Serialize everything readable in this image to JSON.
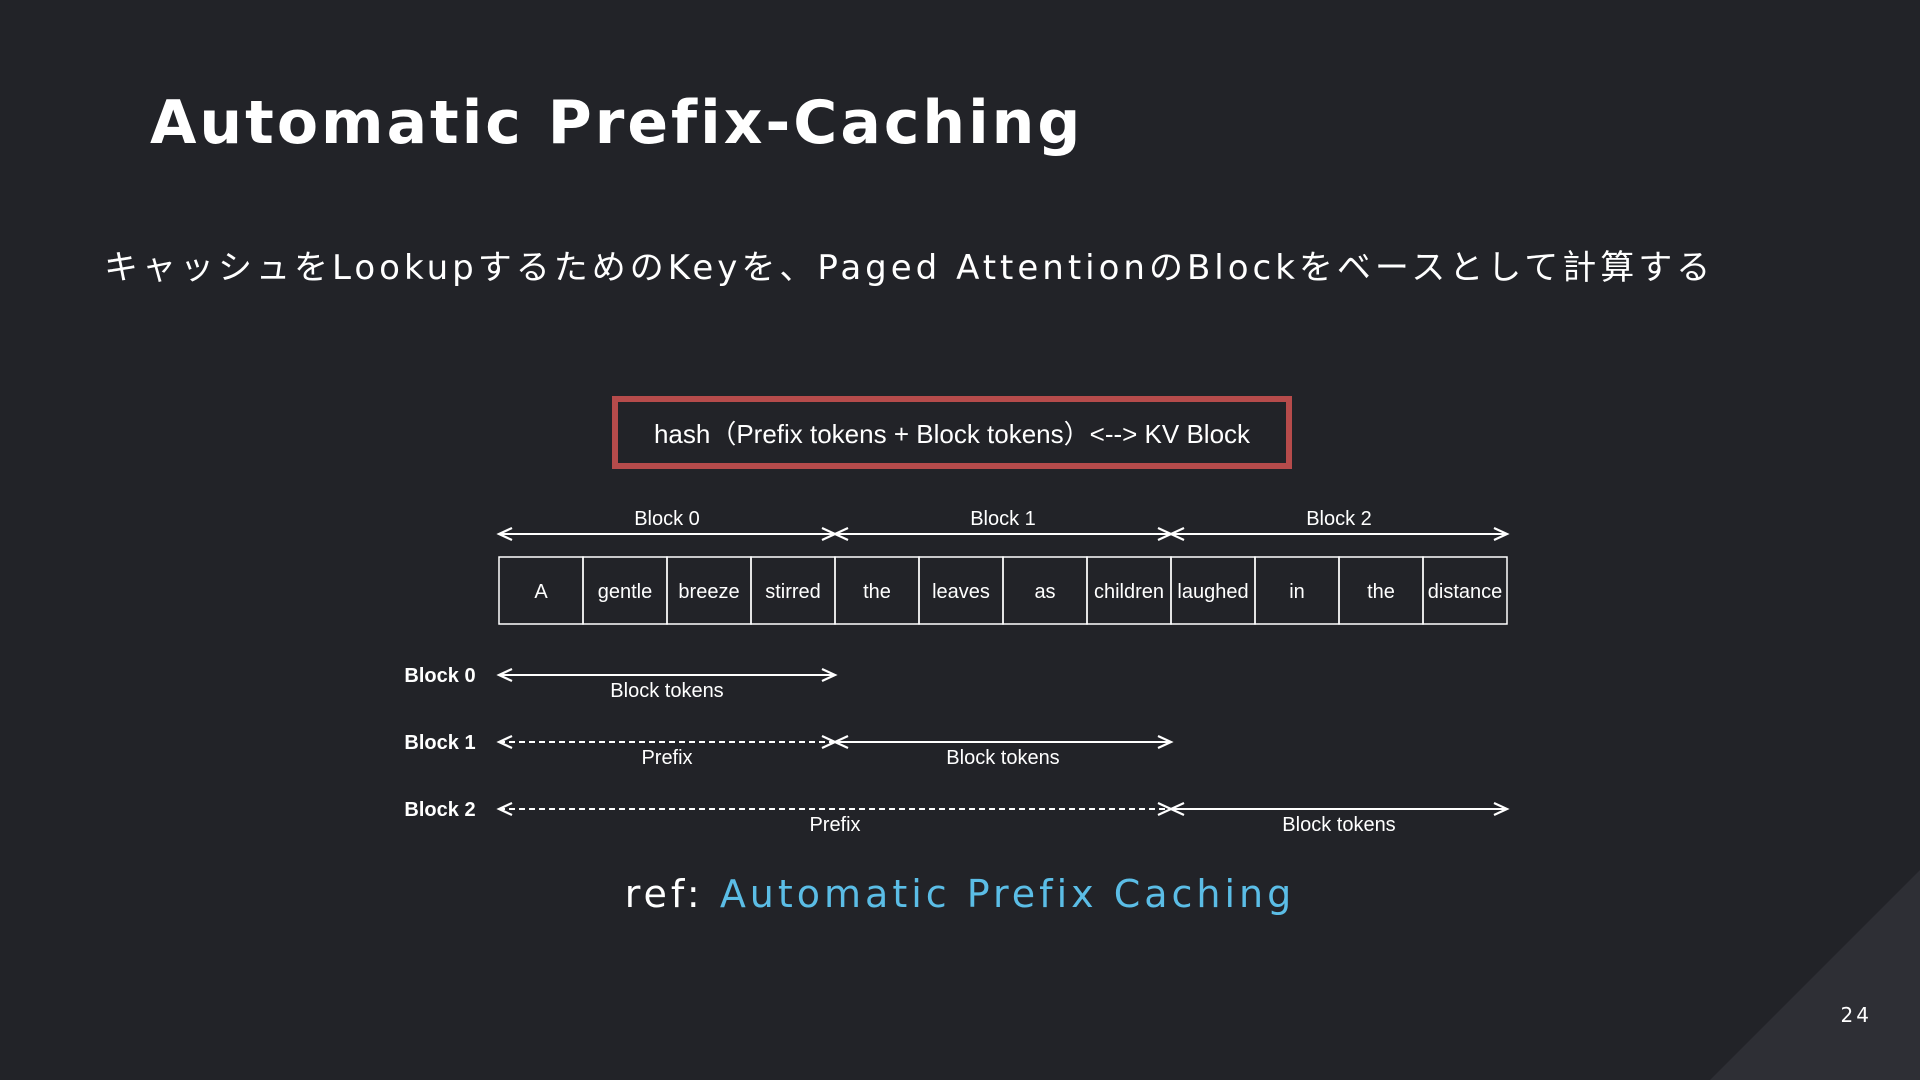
{
  "slide": {
    "title": "Automatic Prefix-Caching",
    "subtitle": "キャッシュをLookupするためのKeyを、Paged AttentionのBlockをベースとして計算する",
    "ref_prefix": "ref: ",
    "ref_link": "Automatic Prefix Caching",
    "page_number": "24",
    "link_color": "#5bbde6",
    "highlight_color": "#b64b4b"
  },
  "diagram": {
    "hash_formula": "hash（Prefix tokens + Block tokens）<--> KV Block",
    "block_headers": [
      "Block 0",
      "Block 1",
      "Block 2"
    ],
    "tokens": [
      "A",
      "gentle",
      "breeze",
      "stirred",
      "the",
      "leaves",
      "as",
      "children",
      "laughed",
      "in",
      "the",
      "distance"
    ],
    "rows": [
      {
        "label": "Block 0",
        "prefix_label": "",
        "block_label": "Block tokens"
      },
      {
        "label": "Block 1",
        "prefix_label": "Prefix",
        "block_label": "Block tokens"
      },
      {
        "label": "Block 2",
        "prefix_label": "Prefix",
        "block_label": "Block tokens"
      }
    ]
  }
}
